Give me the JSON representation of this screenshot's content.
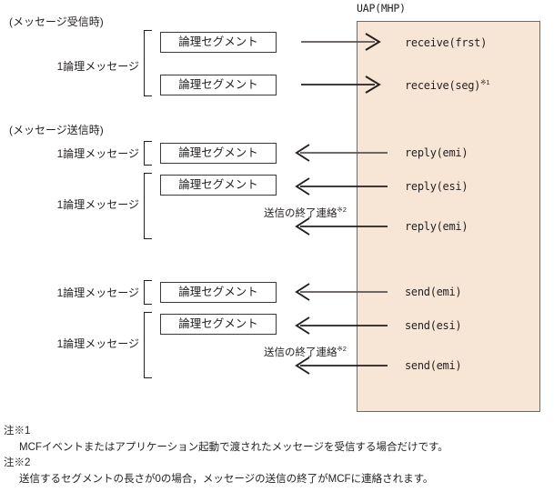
{
  "diagram": {
    "uap_panel": {
      "caption": "UAP(MHP)",
      "fill_color": "#f7e5d6",
      "border_color": "#6e6a66"
    },
    "sections": [
      {
        "name": "receive",
        "header": "(メッセージ受信時)",
        "groups": [
          {
            "message_label": "1論理メッセージ",
            "rows": [
              {
                "segment_label": "論理セグメント",
                "arrow": "right",
                "call": "receive(frst)",
                "ref": ""
              },
              {
                "segment_label": "論理セグメント",
                "arrow": "right",
                "call": "receive(seg)",
                "ref": "※1"
              }
            ]
          }
        ]
      },
      {
        "name": "send-reply",
        "header": "(メッセージ送信時)",
        "groups": [
          {
            "message_label": "1論理メッセージ",
            "rows": [
              {
                "segment_label": "論理セグメント",
                "arrow": "left",
                "call": "reply(emi)",
                "ref": ""
              }
            ]
          },
          {
            "message_label": "1論理メッセージ",
            "rows": [
              {
                "segment_label": "論理セグメント",
                "arrow": "left",
                "call": "reply(esi)",
                "ref": ""
              },
              {
                "segment_label": "",
                "arrow": "left",
                "call": "reply(emi)",
                "ref": "",
                "notice": "送信の終了連絡",
                "notice_ref": "※2"
              }
            ]
          },
          {
            "message_label": "1論理メッセージ",
            "rows": [
              {
                "segment_label": "論理セグメント",
                "arrow": "left",
                "call": "send(emi)",
                "ref": ""
              }
            ]
          },
          {
            "message_label": "1論理メッセージ",
            "rows": [
              {
                "segment_label": "論理セグメント",
                "arrow": "left",
                "call": "send(esi)",
                "ref": ""
              },
              {
                "segment_label": "",
                "arrow": "left",
                "call": "send(emi)",
                "ref": "",
                "notice": "送信の終了連絡",
                "notice_ref": "※2"
              }
            ]
          }
        ]
      }
    ],
    "footnotes": [
      {
        "marker": "注※1",
        "text": "MCFイベントまたはアプリケーション起動で渡されたメッセージを受信する場合だけです。"
      },
      {
        "marker": "注※2",
        "text": "送信するセグメントの長さが0の場合，メッセージの送信の終了がMCFに連絡されます。"
      }
    ]
  },
  "labels": {
    "section_receive_header": "(メッセージ受信時)",
    "section_send_header": "(メッセージ送信時)",
    "uap_caption": "UAP(MHP)",
    "msg_1": "1論理メッセージ",
    "msg_2": "1論理メッセージ",
    "msg_3": "1論理メッセージ",
    "msg_4": "1論理メッセージ",
    "msg_5": "1論理メッセージ",
    "seg_1": "論理セグメント",
    "seg_2": "論理セグメント",
    "seg_3": "論理セグメント",
    "seg_4": "論理セグメント",
    "seg_5": "論理セグメント",
    "seg_6": "論理セグメント",
    "call_1": "receive(frst)",
    "call_2": "receive(seg)",
    "call_2_ref": "※1",
    "call_3": "reply(emi)",
    "call_4": "reply(esi)",
    "call_5": "reply(emi)",
    "call_6": "send(emi)",
    "call_7": "send(esi)",
    "call_8": "send(emi)",
    "notice_1": "送信の終了連絡",
    "notice_1_ref": "※2",
    "notice_2": "送信の終了連絡",
    "notice_2_ref": "※2",
    "fn1_head": "注※1",
    "fn1_body": "MCFイベントまたはアプリケーション起動で渡されたメッセージを受信する場合だけです。",
    "fn2_head": "注※2",
    "fn2_body": "送信するセグメントの長さが0の場合，メッセージの送信の終了がMCFに連絡されます。"
  }
}
